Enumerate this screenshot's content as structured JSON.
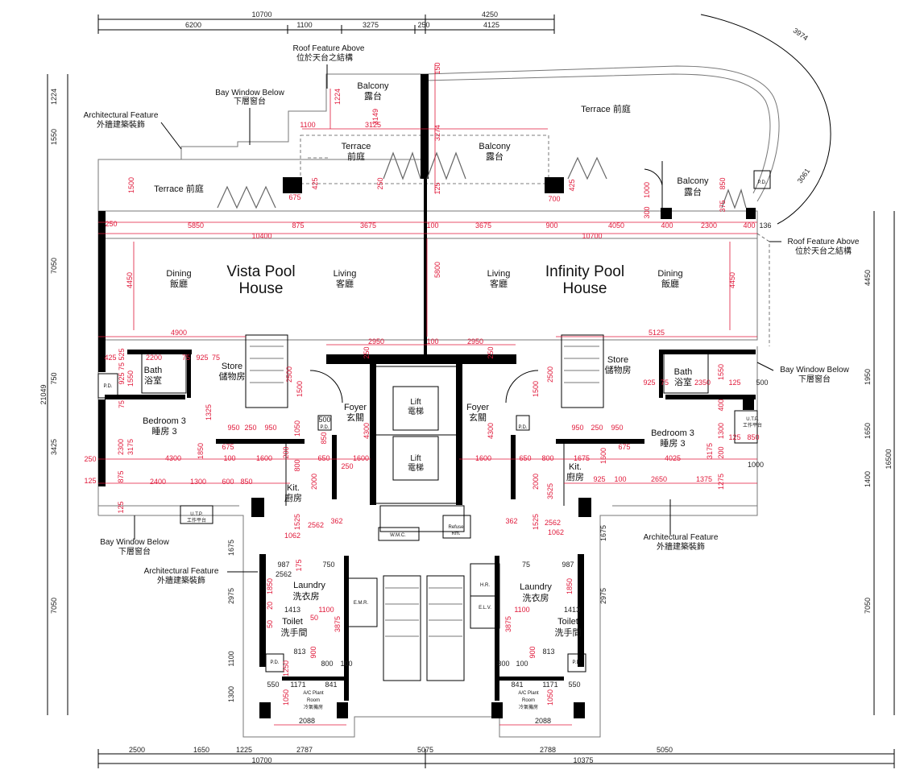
{
  "titles": {
    "left_house": [
      "Vista Pool",
      "House"
    ],
    "right_house": [
      "Infinity Pool",
      "House"
    ]
  },
  "annotations": {
    "roof_top": [
      "Roof Feature Above",
      "位於天台之結構"
    ],
    "roof_right": [
      "Roof Feature Above",
      "位於天台之結構"
    ],
    "bay_top": [
      "Bay Window Below",
      "下層窗台"
    ],
    "bay_left_bottom": [
      "Bay Window Below",
      "下層窗台"
    ],
    "bay_right": [
      "Bay Window Below",
      "下層窗台"
    ],
    "arch_top_left": [
      "Architectural Feature",
      "外牆建築裝飾"
    ],
    "arch_left_bottom": [
      "Architectural Feature",
      "外牆建築裝飾"
    ],
    "arch_right_bottom": [
      "Architectural Feature",
      "外牆建築裝飾"
    ]
  },
  "rooms": {
    "balcony_top": [
      "Balcony",
      "露台"
    ],
    "terrace_big": "Terrace 前庭",
    "terrace_mid": [
      "Terrace",
      "前庭"
    ],
    "balcony_mid": [
      "Balcony",
      "露台"
    ],
    "terrace_left": "Terrace 前庭",
    "balcony_right": [
      "Balcony",
      "露台"
    ],
    "dining_l": [
      "Dining",
      "飯廳"
    ],
    "living_l": [
      "Living",
      "客廳"
    ],
    "living_r": [
      "Living",
      "客廳"
    ],
    "dining_r": [
      "Dining",
      "飯廳"
    ],
    "bath_l": [
      "Bath",
      "浴室"
    ],
    "store_l": [
      "Store",
      "儲物房"
    ],
    "bedroom_l": [
      "Bedroom 3",
      "睡房 3"
    ],
    "foyer_l": [
      "Foyer",
      "玄關"
    ],
    "lift_1": [
      "Lift",
      "電梯"
    ],
    "lift_2": [
      "Lift",
      "電梯"
    ],
    "foyer_r": [
      "Foyer",
      "玄關"
    ],
    "store_r": [
      "Store",
      "儲物房"
    ],
    "bath_r": [
      "Bath",
      "浴室"
    ],
    "bedroom_r": [
      "Bedroom 3",
      "睡房 3"
    ],
    "kit_l": [
      "Kit.",
      "廚房"
    ],
    "kit_r": [
      "Kit.",
      "廚房"
    ],
    "laundry_l": [
      "Laundry",
      "洗衣房"
    ],
    "laundry_r": [
      "Laundry",
      "洗衣房"
    ],
    "toilet_l": [
      "Toilet",
      "洗手間"
    ],
    "toilet_r": [
      "Toilet",
      "洗手間"
    ],
    "ac_l": [
      "A/C Plant",
      "Room",
      "冷氣機房"
    ],
    "ac_r": [
      "A/C Plant",
      "Room",
      "冷氣機房"
    ],
    "utp_l": [
      "U.T.P.",
      "工作平台"
    ],
    "utp_r": [
      "U.T.P.",
      "工作平台"
    ],
    "wmc": "W.M.C.",
    "refuse": [
      "Refuse",
      "Rm."
    ],
    "emr": "E.M.R.",
    "hr": "H.R.",
    "elv": "E.L.V.",
    "pd": "P.D."
  },
  "dims_top": {
    "row1": [
      "10700",
      "4250"
    ],
    "row2": [
      "6200",
      "1100",
      "3275",
      "250",
      "4125"
    ]
  },
  "dims_bottom": {
    "row1": [
      "2500",
      "1650",
      "1225",
      "2787",
      "5075",
      "2788",
      "5050"
    ],
    "row2": [
      "10700",
      "10375"
    ]
  },
  "dims_left": [
    "1224",
    "1550",
    "7050",
    "21049",
    "750",
    "3425",
    "1675",
    "2975",
    "7050",
    "1100",
    "1300"
  ],
  "dims_right": [
    "4450",
    "1950",
    "1650",
    "1400",
    "16500",
    "1675",
    "2975",
    "7050"
  ],
  "dims_arc": [
    "3974",
    "3061"
  ],
  "dims_red": {
    "top": [
      "150",
      "1224",
      "3149",
      "3274",
      "1100",
      "3125",
      "1500",
      "675",
      "425",
      "250",
      "125",
      "700",
      "425",
      "1000",
      "300",
      "850",
      "375"
    ],
    "row250": [
      "250",
      "5850",
      "875",
      "3675",
      "100",
      "3675",
      "900",
      "4050",
      "400",
      "2300",
      "400",
      "136"
    ],
    "row_main": [
      "10400",
      "10700"
    ],
    "mid": [
      "4450",
      "5800",
      "4450",
      "4900",
      "5125",
      "2950",
      "100",
      "2950",
      "250",
      "250"
    ],
    "left_rooms": [
      "425",
      "525",
      "2200",
      "75",
      "925",
      "75",
      "1550",
      "925",
      "75",
      "75",
      "2500",
      "1500",
      "1325",
      "950",
      "250",
      "950",
      "2300",
      "3175",
      "1850",
      "675",
      "4300",
      "1600",
      "200",
      "800",
      "650",
      "250",
      "100",
      "1050",
      "500",
      "850",
      "875",
      "2400",
      "1300",
      "600",
      "850",
      "125",
      "125",
      "250",
      "2000",
      "1600",
      "4300",
      "362",
      "1062",
      "2562",
      "1525"
    ],
    "right_rooms": [
      "2350",
      "925",
      "75",
      "125",
      "500",
      "1550",
      "400",
      "1300",
      "125",
      "850",
      "200",
      "2500",
      "1500",
      "950",
      "250",
      "950",
      "675",
      "4025",
      "1600",
      "1675",
      "1375",
      "2650",
      "100",
      "925",
      "1275",
      "3175",
      "1000",
      "3525",
      "2000",
      "1600",
      "4300",
      "650",
      "800",
      "362",
      "1062",
      "2562",
      "1525"
    ],
    "lower": [
      "987",
      "175",
      "2562",
      "750",
      "1850",
      "20",
      "1413",
      "50",
      "1100",
      "50",
      "3875",
      "813",
      "900",
      "800",
      "100",
      "1250",
      "1171",
      "550",
      "841",
      "1050",
      "2088",
      "75",
      "987",
      "1850",
      "1413",
      "1100",
      "3875",
      "813",
      "900",
      "100",
      "800",
      "841",
      "1171",
      "550",
      "1050",
      "2088"
    ]
  }
}
